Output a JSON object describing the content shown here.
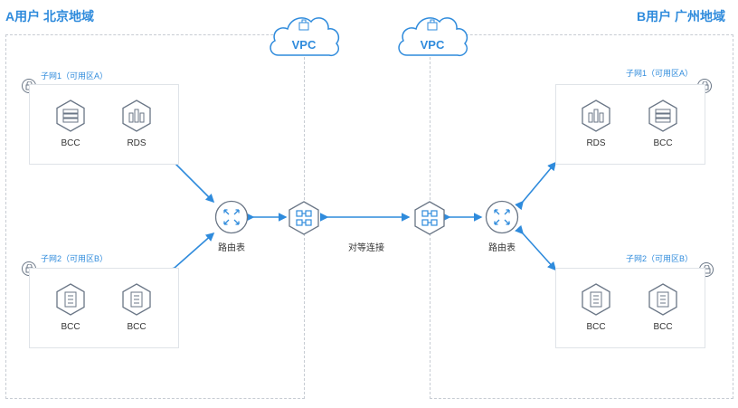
{
  "regions": {
    "a_title": "A用户 北京地域",
    "b_title": "B用户 广州地域"
  },
  "vpc": {
    "left_label": "VPC",
    "right_label": "VPC"
  },
  "left": {
    "subnet1": {
      "label": "子网1（可用区A）",
      "nodes": [
        "BCC",
        "RDS"
      ]
    },
    "subnet2": {
      "label": "子网2（可用区B）",
      "nodes": [
        "BCC",
        "BCC"
      ]
    },
    "router_label": "路由表"
  },
  "right": {
    "subnet1": {
      "label": "子网1（可用区A）",
      "nodes": [
        "RDS",
        "BCC"
      ]
    },
    "subnet2": {
      "label": "子网2（可用区B）",
      "nodes": [
        "BCC",
        "BCC"
      ]
    },
    "router_label": "路由表"
  },
  "peering_label": "对等连接",
  "colors": {
    "accent": "#2f8bdc",
    "connector": "#2f8bdc",
    "border": "#c7ccd3",
    "icon": "#6a7686"
  },
  "icons": {
    "node": "hexagon-server-icon",
    "router": "router-arrows-icon",
    "peering": "peering-connection-icon",
    "lock": "lock-icon",
    "vpc": "cloud-icon"
  }
}
